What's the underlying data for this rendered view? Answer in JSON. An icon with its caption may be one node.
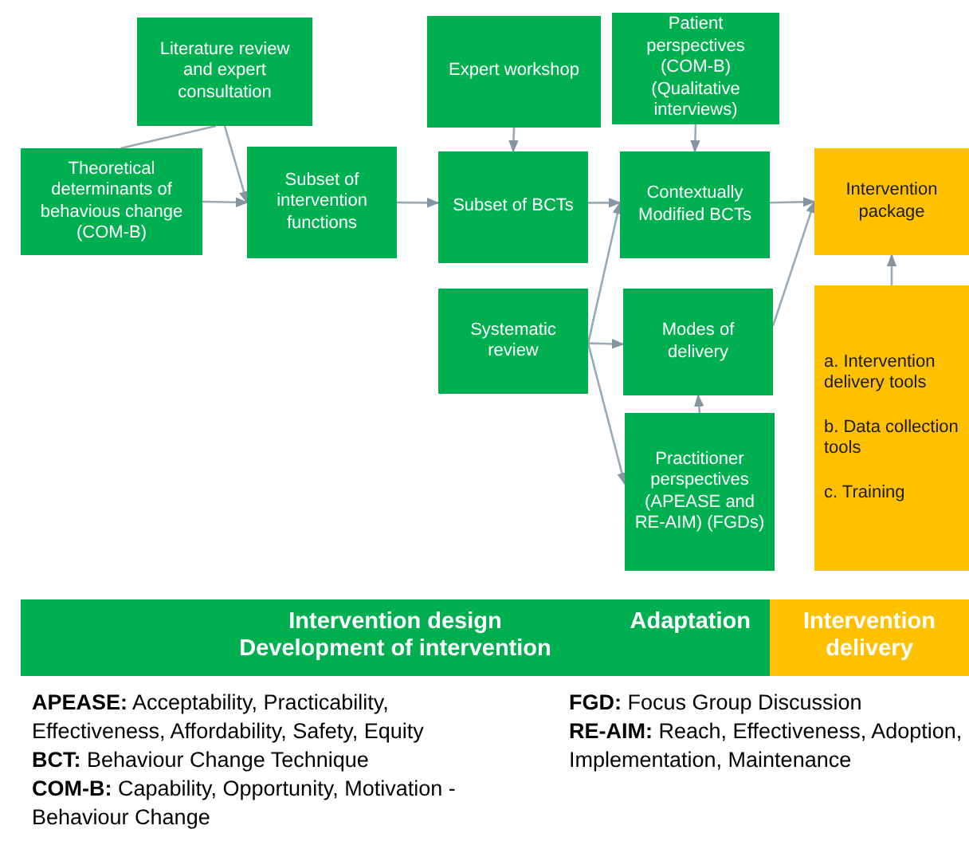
{
  "diagram": {
    "nodes": [
      {
        "text": [
          "Literature review and expert consultation"
        ]
      },
      {
        "text": [
          "Theoretical determinants of behavious change (COM-B)"
        ]
      },
      {
        "text": [
          "Subset of intervention functions"
        ]
      },
      {
        "text": [
          "Expert workshop"
        ]
      },
      {
        "text": [
          "Patient perspectives (COM-B) (Qualitative interviews)"
        ]
      },
      {
        "text": [
          "Subset of BCTs"
        ]
      },
      {
        "text": [
          "Contextually Modified BCTs"
        ]
      },
      {
        "text": [
          "Intervention package"
        ]
      },
      {
        "text": [
          "Systematic review"
        ]
      },
      {
        "text": [
          "Modes of delivery"
        ]
      },
      {
        "text": [
          "Practitioner perspectives (APEASE and RE-AIM) (FGDs)"
        ]
      },
      {
        "text": [
          "a. Intervention delivery tools",
          "b. Data collection tools",
          "c. Training"
        ]
      },
      {
        "text": [
          "Intervention design",
          "Development of intervention",
          "Adaptation"
        ]
      },
      {
        "text": [
          "Intervention delivery"
        ]
      }
    ],
    "edges": [
      {
        "from": 0,
        "to": 1,
        "arrow": "none"
      },
      {
        "from": 0,
        "to": 2,
        "arrow": "to"
      },
      {
        "from": 1,
        "to": 2,
        "arrow": "to"
      },
      {
        "from": 2,
        "to": 5,
        "arrow": "to"
      },
      {
        "from": 3,
        "to": 5,
        "arrow": "to"
      },
      {
        "from": 5,
        "to": 6,
        "arrow": "to"
      },
      {
        "from": 4,
        "to": 6,
        "arrow": "to"
      },
      {
        "from": 6,
        "to": 7,
        "arrow": "to"
      },
      {
        "from": 8,
        "to": 6,
        "arrow": "to"
      },
      {
        "from": 8,
        "to": 9,
        "arrow": "to"
      },
      {
        "from": 8,
        "to": 10,
        "arrow": "to"
      },
      {
        "from": 10,
        "to": 9,
        "arrow": "to"
      },
      {
        "from": 9,
        "to": 7,
        "arrow": "to"
      },
      {
        "from": 11,
        "to": 7,
        "arrow": "to"
      }
    ],
    "labels": [
      "**APEASE:** Acceptability, Practicability, Effectiveness, Affordability, Safety, Equity",
      "**BCT:** Behaviour Change Technique",
      "**COM-B:** Capability, Opportunity, Motivation - Behaviour Change",
      "**FGD:** Focus Group Discussion",
      "**RE-AIM:** Reach, Effectiveness, Adoption, Implementation, Maintenance"
    ]
  }
}
